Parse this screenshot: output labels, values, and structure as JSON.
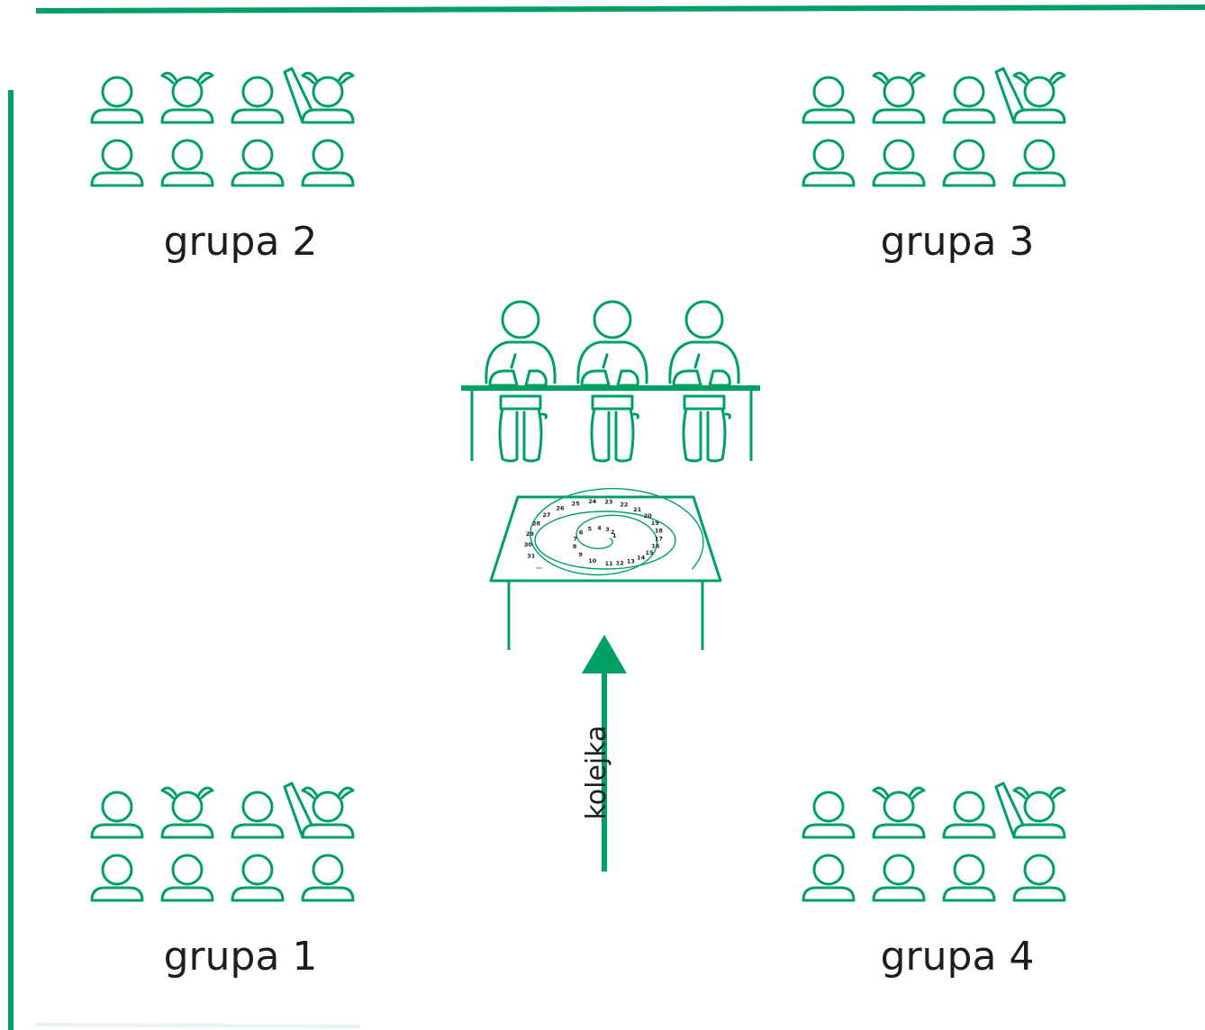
{
  "colors": {
    "accent": "#00a065",
    "text": "#1d1d1b"
  },
  "groups": {
    "g1": {
      "label": "grupa 1"
    },
    "g2": {
      "label": "grupa 2"
    },
    "g3": {
      "label": "grupa 3"
    },
    "g4": {
      "label": "grupa 4"
    }
  },
  "queue": {
    "label": "kolejka"
  },
  "board": {
    "numbers": [
      "1",
      "2",
      "3",
      "4",
      "5",
      "6",
      "7",
      "8",
      "9",
      "10",
      "11",
      "12",
      "13",
      "14",
      "15",
      "16",
      "17",
      "18",
      "19",
      "20",
      "21",
      "22",
      "23",
      "24",
      "25",
      "26",
      "27",
      "28",
      "29",
      "30",
      "31",
      "..."
    ]
  },
  "icons": [
    "student-icon",
    "student-girl-icon",
    "student-raised-hand-icon",
    "student-writing-icon",
    "table-icon",
    "game-board-icon",
    "arrow-up-icon"
  ]
}
